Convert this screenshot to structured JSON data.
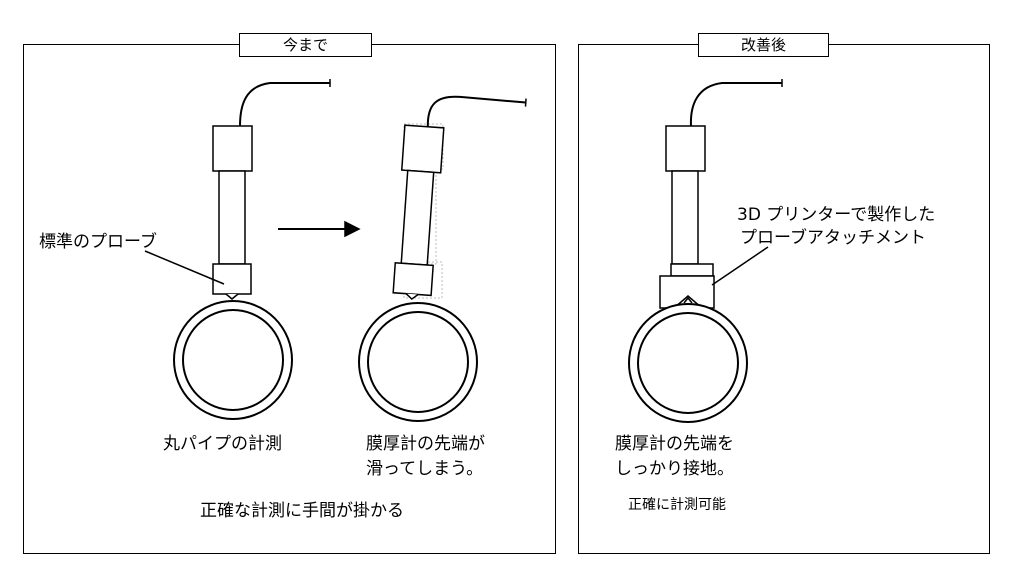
{
  "left_panel": {
    "title": "今まで",
    "probe_label": "標準のプローブ",
    "pipe_label": "丸パイプの計測",
    "slip_label_line1": "膜厚計の先端が",
    "slip_label_line2": "滑ってしまう。",
    "conclusion": "正確な計測に手間が掛かる"
  },
  "right_panel": {
    "title": "改善後",
    "attachment_label_line1": "3D プリンターで製作した",
    "attachment_label_line2": "プローブアタッチメント",
    "contact_label_line1": "膜厚計の先端を",
    "contact_label_line2": "しっかり接地。",
    "conclusion": "正確に計測可能"
  }
}
